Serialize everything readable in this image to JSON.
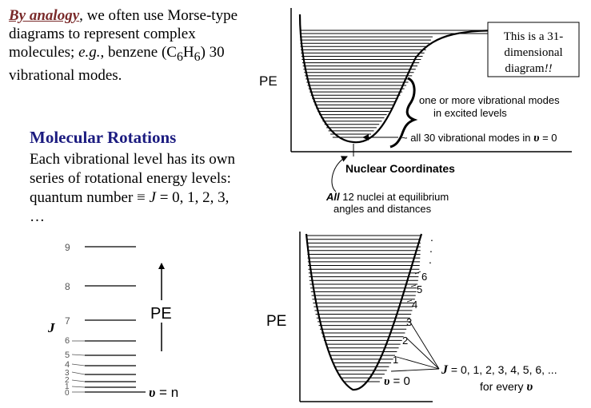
{
  "intro": {
    "lead": "By analogy",
    "text_1": ", we often use Morse-type diagrams to represent complex molecules; ",
    "eg": "e.g.",
    "text_2": ", benzene (C",
    "sub_1": "6",
    "text_3": "H",
    "sub_2": "6",
    "text_4": ") 30 vibrational modes."
  },
  "rotations": {
    "title": "Molecular Rotations",
    "body": "Each vibrational level has its own series of rotational energy levels: quantum number ≡ ",
    "j_symbol": "J",
    "j_values": " = 0, 1, 2, 3, …"
  },
  "morse": {
    "y_label": "PE",
    "callout_line_1": "This is a 31-",
    "callout_line_2": "dimensional",
    "callout_line_3": "diagram",
    "callout_suffix": "!!",
    "excited_line_1": "one or more vibrational modes",
    "excited_line_2": "in excited levels",
    "ground_label_prefix": "~ all 30 vibrational modes in ",
    "ground_label_v": "υ",
    "ground_label_suffix": " = 0",
    "x_label": "Nuclear Coordinates",
    "eq_line_1_em": "All",
    "eq_line_1": " 12 nuclei at equilibrium",
    "eq_line_2": "angles and distances"
  },
  "rot_levels": {
    "j_axis": "J",
    "top_labels": [
      "9",
      "8",
      "7"
    ],
    "small_labels": [
      "6",
      "5",
      "4",
      "3",
      "2",
      "1",
      "0"
    ],
    "pe_label": "PE",
    "v_symbol": "υ",
    "v_text": " = n"
  },
  "well": {
    "y_label": "PE",
    "level_labels": [
      "6",
      "5",
      "4",
      "3",
      "2",
      "1"
    ],
    "v0_symbol": "υ",
    "v0_text": " = 0",
    "j_symbol": "J",
    "j_text": " = 0, 1, 2, 3, 4, 5, 6, ...",
    "every_text": "for every ",
    "every_v": "υ"
  }
}
